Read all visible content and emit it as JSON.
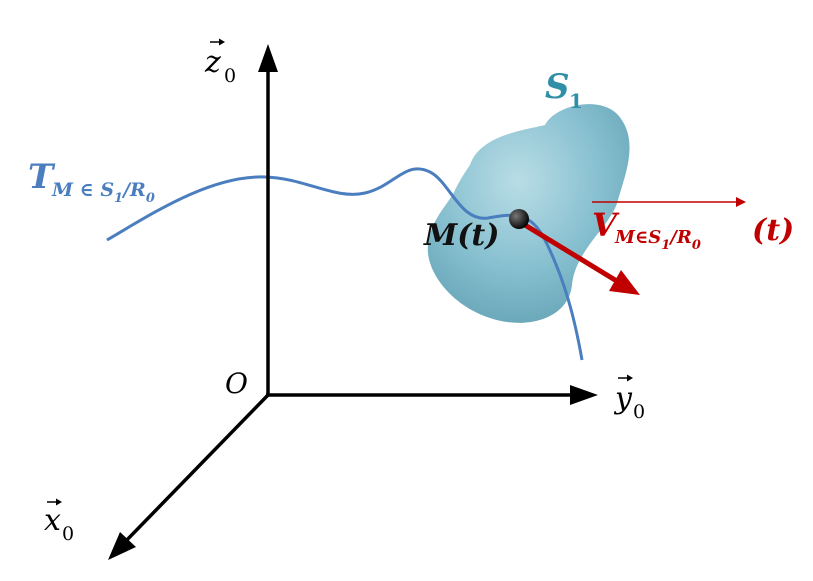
{
  "axes": {
    "z_label": "z",
    "z_sub": "0",
    "y_label": "y",
    "y_sub": "0",
    "x_label": "x",
    "x_sub": "0",
    "origin_label": "O"
  },
  "trajectory": {
    "label_main": "T",
    "label_sub_m": "M ∈ S",
    "label_sub_one": "1",
    "label_sub_rest": "/R",
    "label_sub_zero": "0"
  },
  "solid": {
    "label_main": "S",
    "label_sub": "1"
  },
  "point": {
    "label": "M(t)"
  },
  "velocity": {
    "label_main": "V",
    "label_sub_m": "M∈S",
    "label_sub_one": "1",
    "label_sub_rest": "/R",
    "label_sub_zero": "0",
    "label_t": "(t)"
  },
  "colors": {
    "axis": "#000000",
    "trajectory": "#4a7ebf",
    "solid_fill": "#7fb9c9",
    "solid_label": "#2f8fa6",
    "velocity": "#c00000",
    "point": "#111111"
  }
}
